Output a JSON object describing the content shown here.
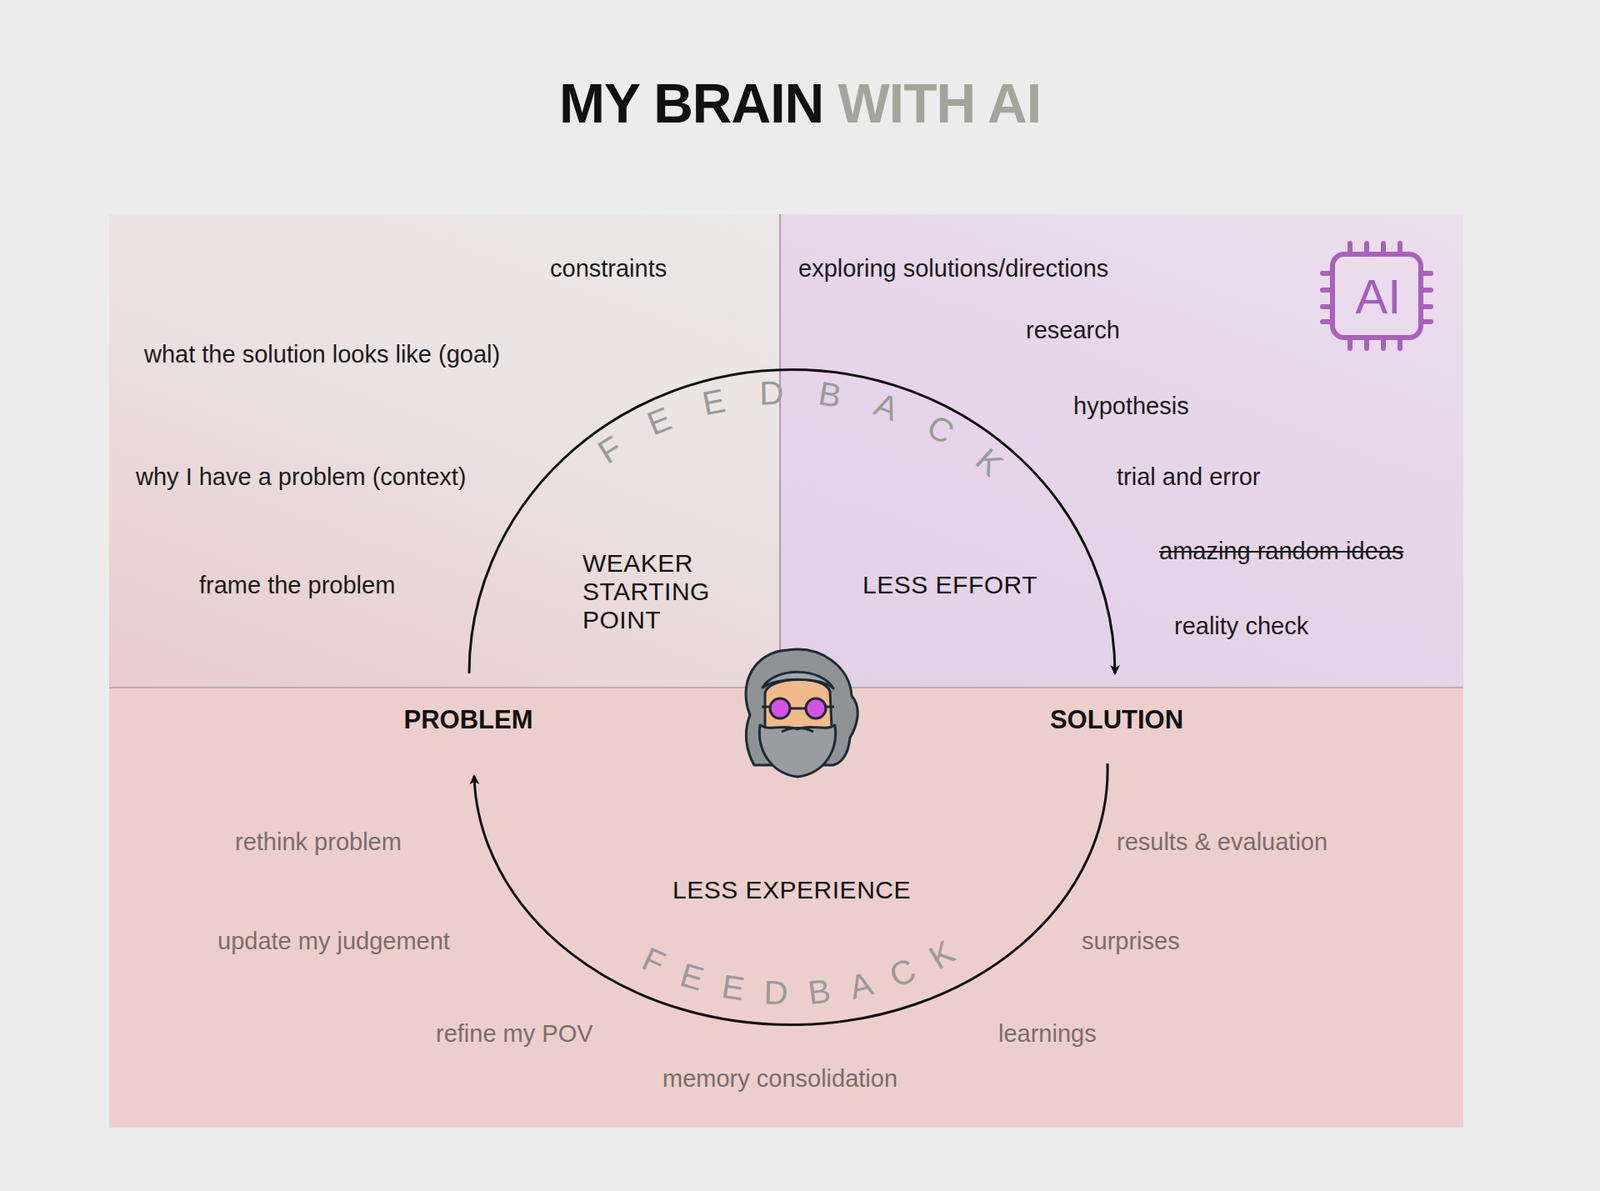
{
  "diagram": {
    "title": "MY BRAIN WITH AI",
    "nodes": [
      {
        "text": [
          "constraints",
          "what the solution looks like (goal)",
          "why I have a problem (context)",
          "frame the problem",
          "WEAKER STARTING POINT"
        ]
      },
      {
        "text": [
          "exploring solutions/directions",
          "research",
          "hypothesis",
          "trial and error",
          "amazing random ideas",
          "reality check",
          "LESS EFFORT",
          "AI"
        ]
      },
      {
        "text": [
          "PROBLEM",
          "SOLUTION",
          "rethink problem",
          "results & evaluation",
          "update my judgement",
          "surprises",
          "LESS EXPERIENCE",
          "refine my POV",
          "learnings",
          "memory consolidation"
        ]
      }
    ],
    "labels": [
      "FEEDBACK",
      "FEEDBACK"
    ]
  }
}
